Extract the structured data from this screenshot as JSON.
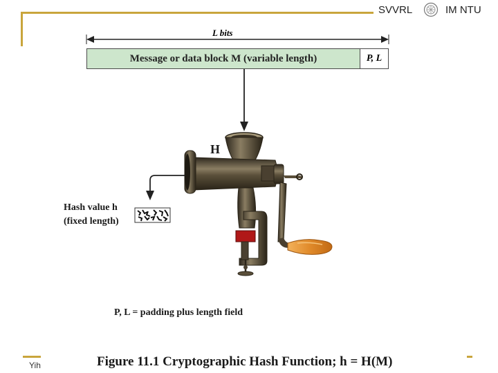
{
  "header": {
    "left_text": "SVVRL",
    "right_text": "IM NTU"
  },
  "footer": {
    "left_text": "Yih"
  },
  "diagram": {
    "width_label": "L bits",
    "message_block": "Message or data block M (variable length)",
    "padding_block": "P, L",
    "function_label": "H",
    "hash_value_line1": "Hash value h",
    "hash_value_line2": "(fixed length)",
    "padding_note": "P, L = padding plus length field"
  },
  "caption": "Figure 11.1  Cryptographic Hash Function; h = H(M)",
  "colors": {
    "frame": "#c9a53c",
    "message_fill": "#cde6cc",
    "grinder_metal": "#4a4030",
    "handle_wood": "#e08a2a",
    "clamp_red": "#b01818"
  }
}
